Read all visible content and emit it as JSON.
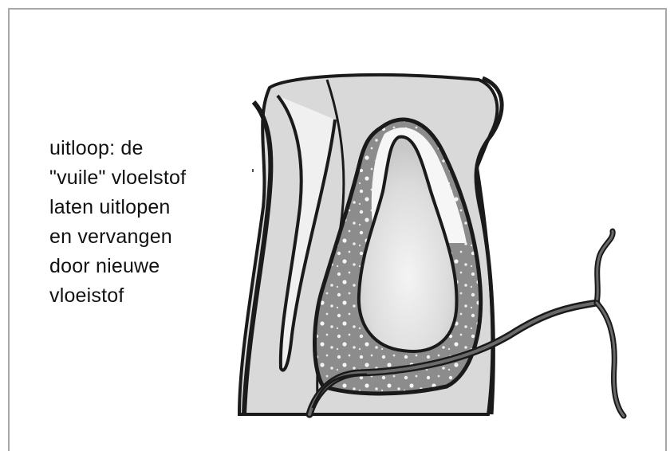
{
  "caption": {
    "lines": [
      "uitloop: de",
      "\"vuile\" vloelstof",
      "laten uitlopen",
      "en vervangen",
      "door nieuwe",
      "vloeistof"
    ]
  },
  "colors": {
    "outline": "#1a1a1a",
    "skin_light": "#d7d7d7",
    "cavity_fill": "#8a8a8a",
    "organ_light": "#e4e4e4",
    "tube": "#3a3a3a",
    "frame": "#a8a8a8"
  }
}
